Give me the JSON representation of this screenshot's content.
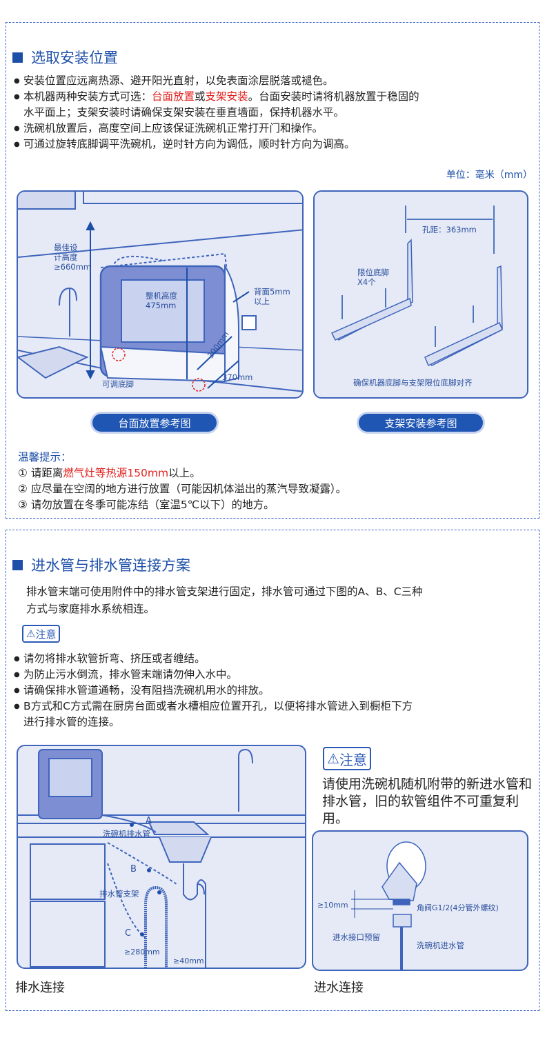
{
  "section1": {
    "title": "选取安装位置",
    "bullets": [
      "安装位置应远离热源、避开阳光直射，以免表面涂层脱落或褪色。"
    ],
    "b2_pre": "本机器两种安装方式可选：",
    "b2_red1": "台面放置",
    "b2_mid": "或",
    "b2_red2": "支架安装",
    "b2_post": "。台面安装时请将机器放置于稳固的",
    "b2_line2": "水平面上；支架安装时请确保支架安装在垂直墙面，保持机器水平。",
    "b3": "洗碗机放置后，高度空间上应该保证洗碗机正常打开门和操作。",
    "b4": "可通过旋转底脚调平洗碗机，逆时针方向为调低，顺时针方向为调高。",
    "unit": "单位：毫米（mm）",
    "counter_fig": {
      "height_label": "最佳设\n计高度\n≥660mm",
      "machine_height": "整机高度\n475mm",
      "back": "背面5mm\n以上",
      "depth": "390mm",
      "width": "370mm",
      "feet": "可调底脚"
    },
    "bracket_fig": {
      "hole": "孔距：363mm",
      "limit": "限位底脚\nX4个",
      "align": "确保机器底脚与支架限位底脚对齐"
    },
    "btn_counter": "台面放置参考图",
    "btn_bracket": "支架安装参考图",
    "tips_title": "温馨提示：",
    "tip1_pre": "① 请距离",
    "tip1_red": "燃气灶等热源150mm",
    "tip1_post": "以上。",
    "tip2": "② 应尽量在空阔的地方进行放置（可能因机体溢出的蒸汽导致凝露）。",
    "tip3": "③ 请勿放置在冬季可能冻结（室温5℃以下）的地方。"
  },
  "section2": {
    "title": "进水管与排水管连接方案",
    "intro1": "排水管末端可使用附件中的排水管支架进行固定，排水管可通过下图的A、B、C三种",
    "intro2": "方式与家庭排水系统相连。",
    "caution": "注意",
    "bullets": [
      "请勿将排水软管折弯、挤压或者缠结。",
      "为防止污水倒流，排水管末端请勿伸入水中。",
      "请确保排水管道通畅，没有阻挡洗碗机用水的排放。",
      "B方式和C方式需在厨房台面或者水槽相应位置开孔，以便将排水管进入到橱柜下方"
    ],
    "bullet4_line2": "进行排水管的连接。",
    "drain_fig": {
      "a": "A",
      "b": "B",
      "c": "C",
      "hose": "洗碗机排水管",
      "bracket": "排水管支架",
      "h280": "≥280mm",
      "w40": "≥40mm"
    },
    "note_caution": "注意",
    "note_text": "请使用洗碗机随机附带的新进水管和排水管，旧的软管组件不可重复利用。",
    "inlet_fig": {
      "gap": "≥10mm",
      "valve": "角阀G1/2(4分管外螺纹)",
      "reserve": "进水接口预留",
      "inlet_hose": "洗碗机进水管"
    },
    "drain_caption": "排水连接",
    "inlet_caption": "进水连接"
  },
  "colors": {
    "accent": "#1d4fa8",
    "red": "#e0201c",
    "panel": "#e6eaf6"
  }
}
